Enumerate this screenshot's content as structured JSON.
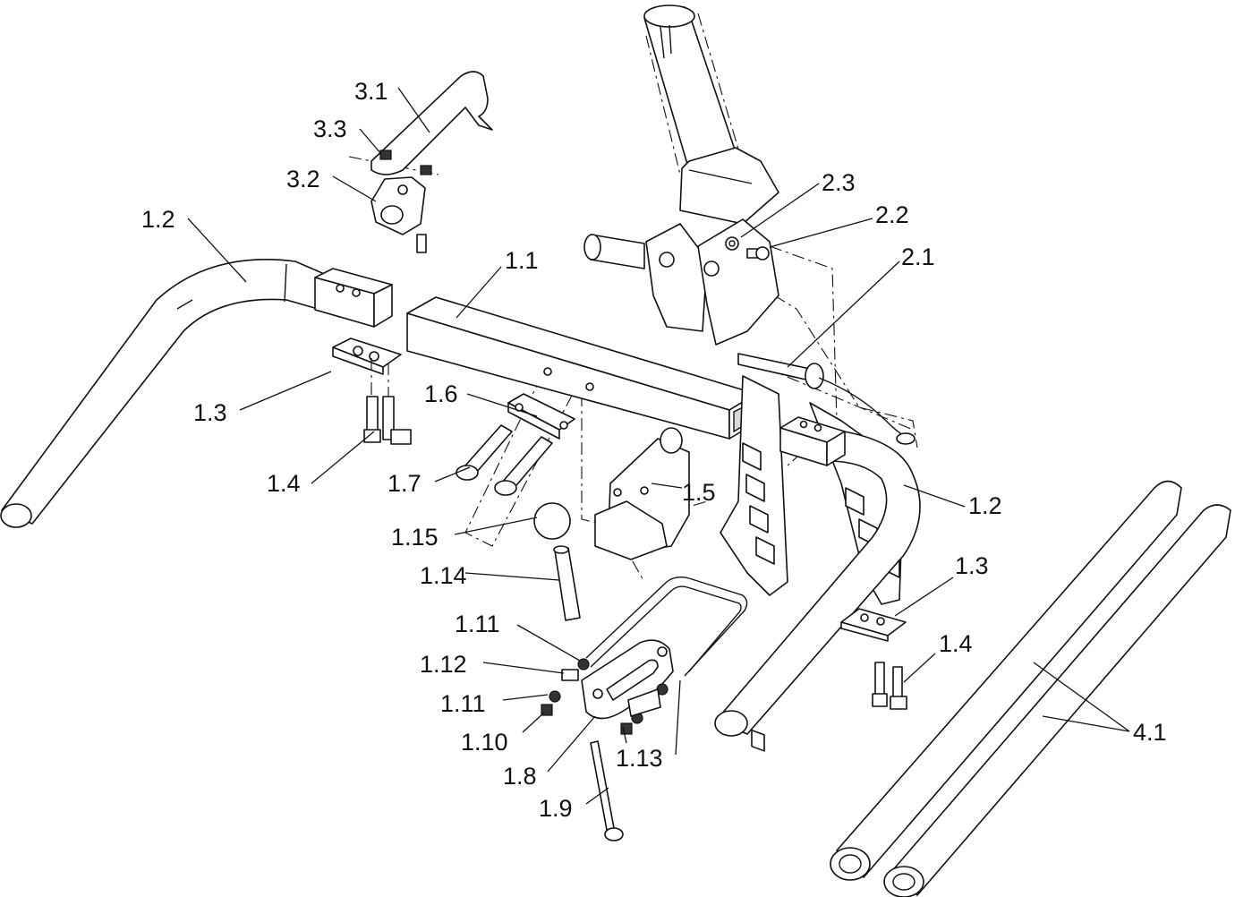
{
  "labels": {
    "l_3_1": "3.1",
    "l_3_3": "3.3",
    "l_3_2": "3.2",
    "l_1_2_left": "1.2",
    "l_1_1": "1.1",
    "l_2_3": "2.3",
    "l_2_2": "2.2",
    "l_2_1": "2.1",
    "l_1_3_left": "1.3",
    "l_1_6": "1.6",
    "l_1_4_left": "1.4",
    "l_1_7": "1.7",
    "l_1_5": "1.5",
    "l_1_2_right": "1.2",
    "l_1_15": "1.15",
    "l_1_14": "1.14",
    "l_1_3_right": "1.3",
    "l_1_11_top": "1.11",
    "l_1_4_right": "1.4",
    "l_1_12": "1.12",
    "l_1_11_bottom": "1.11",
    "l_4_1": "4.1",
    "l_1_10": "1.10",
    "l_1_13": "1.13",
    "l_1_8": "1.8",
    "l_1_9": "1.9"
  }
}
